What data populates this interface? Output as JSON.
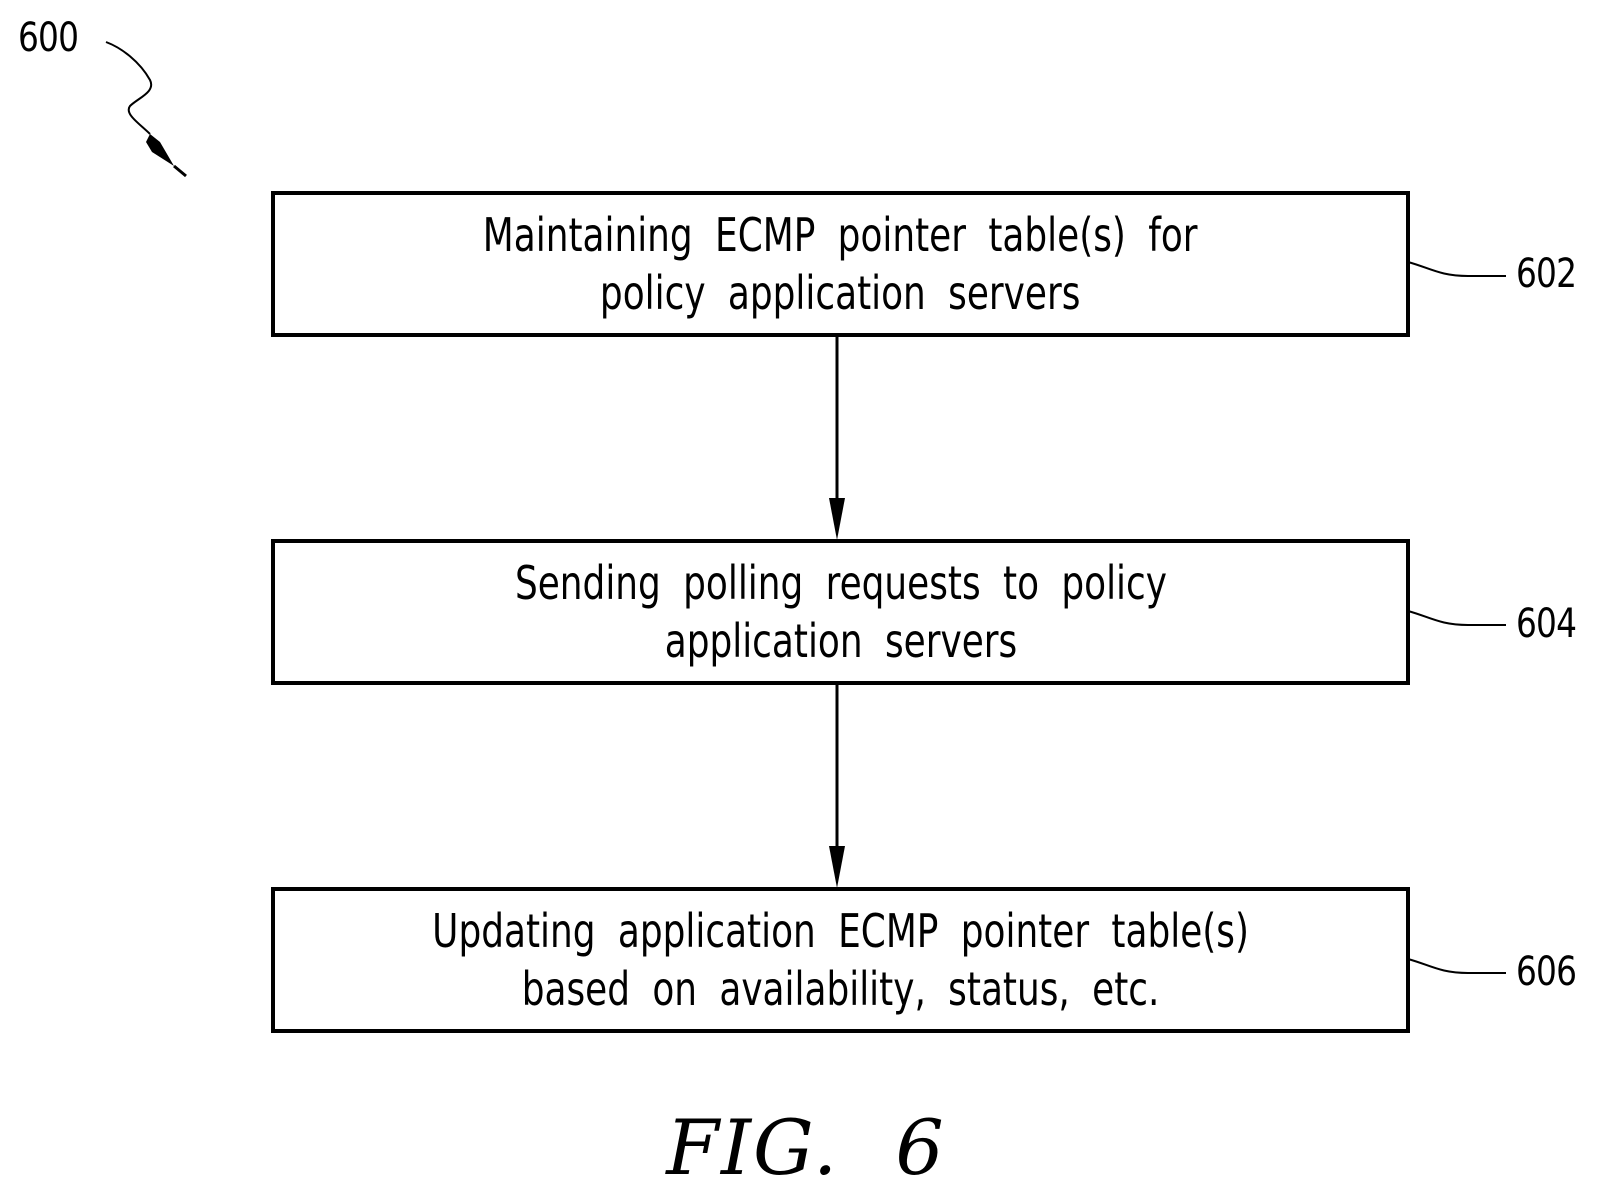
{
  "figure": {
    "reference_number": "600",
    "caption": "FIG. 6"
  },
  "steps": [
    {
      "ref": "602",
      "lines": [
        "Maintaining ECMP pointer table(s) for",
        "policy application servers"
      ]
    },
    {
      "ref": "604",
      "lines": [
        "Sending polling requests to policy",
        "application servers"
      ]
    },
    {
      "ref": "606",
      "lines": [
        "Updating application ECMP pointer table(s)",
        "based on availability, status, etc."
      ]
    }
  ],
  "colors": {
    "ink": "#000000",
    "background": "#ffffff"
  }
}
